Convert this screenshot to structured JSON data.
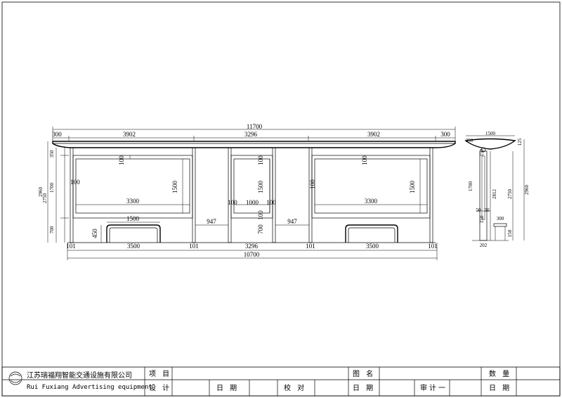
{
  "drawing": {
    "overall_top": "11700",
    "top_segments": [
      "300",
      "3902",
      "3296",
      "3902",
      "300"
    ],
    "bottom_posts": [
      "101",
      "101",
      "101",
      "101"
    ],
    "bottom_spans": [
      "3500",
      "3296",
      "3500"
    ],
    "overall_bottom": "10700",
    "left_heights": [
      "350",
      "1700",
      "700"
    ],
    "left_total_inner": "2750",
    "left_total": "2960",
    "panel_left": {
      "offset_top": "100",
      "offset_side": "100",
      "height": "1500",
      "width": "3300"
    },
    "panel_mid": {
      "offset_top": "100",
      "height": "1500",
      "side_l": "100",
      "width": "1000",
      "side_r": "100",
      "bottom_off": "100",
      "bottom_h": "700"
    },
    "panel_right": {
      "offset_top": "100",
      "offset_side": "100",
      "height": "1500",
      "width": "3300"
    },
    "bench": {
      "width": "1500",
      "height": "450"
    },
    "gaps": [
      "947",
      "947"
    ],
    "side_view": {
      "top_width": "1500",
      "top_left": "350",
      "top_height": "125",
      "panel_height": "1700",
      "inner_height": "2812",
      "post_height": "2750",
      "total_height": "2960",
      "post_labels": [
        "150",
        "150",
        "50",
        "50"
      ],
      "bench_w": "300",
      "bench_h": "150",
      "base": "202"
    }
  },
  "title_block": {
    "company_cn": "江苏瑞福翔智能交通设施有限公司",
    "company_en": "Rui Fuxiang Advertising equipment",
    "project_label": "项  目",
    "drawing_name_label": "图  名",
    "quantity_label": "数  量",
    "design_label": "设  计",
    "date_label_1": "日  期",
    "check_label": "校  对",
    "date_label_2": "日  期",
    "review_label": "审计一",
    "date_label_3": "日  期"
  }
}
